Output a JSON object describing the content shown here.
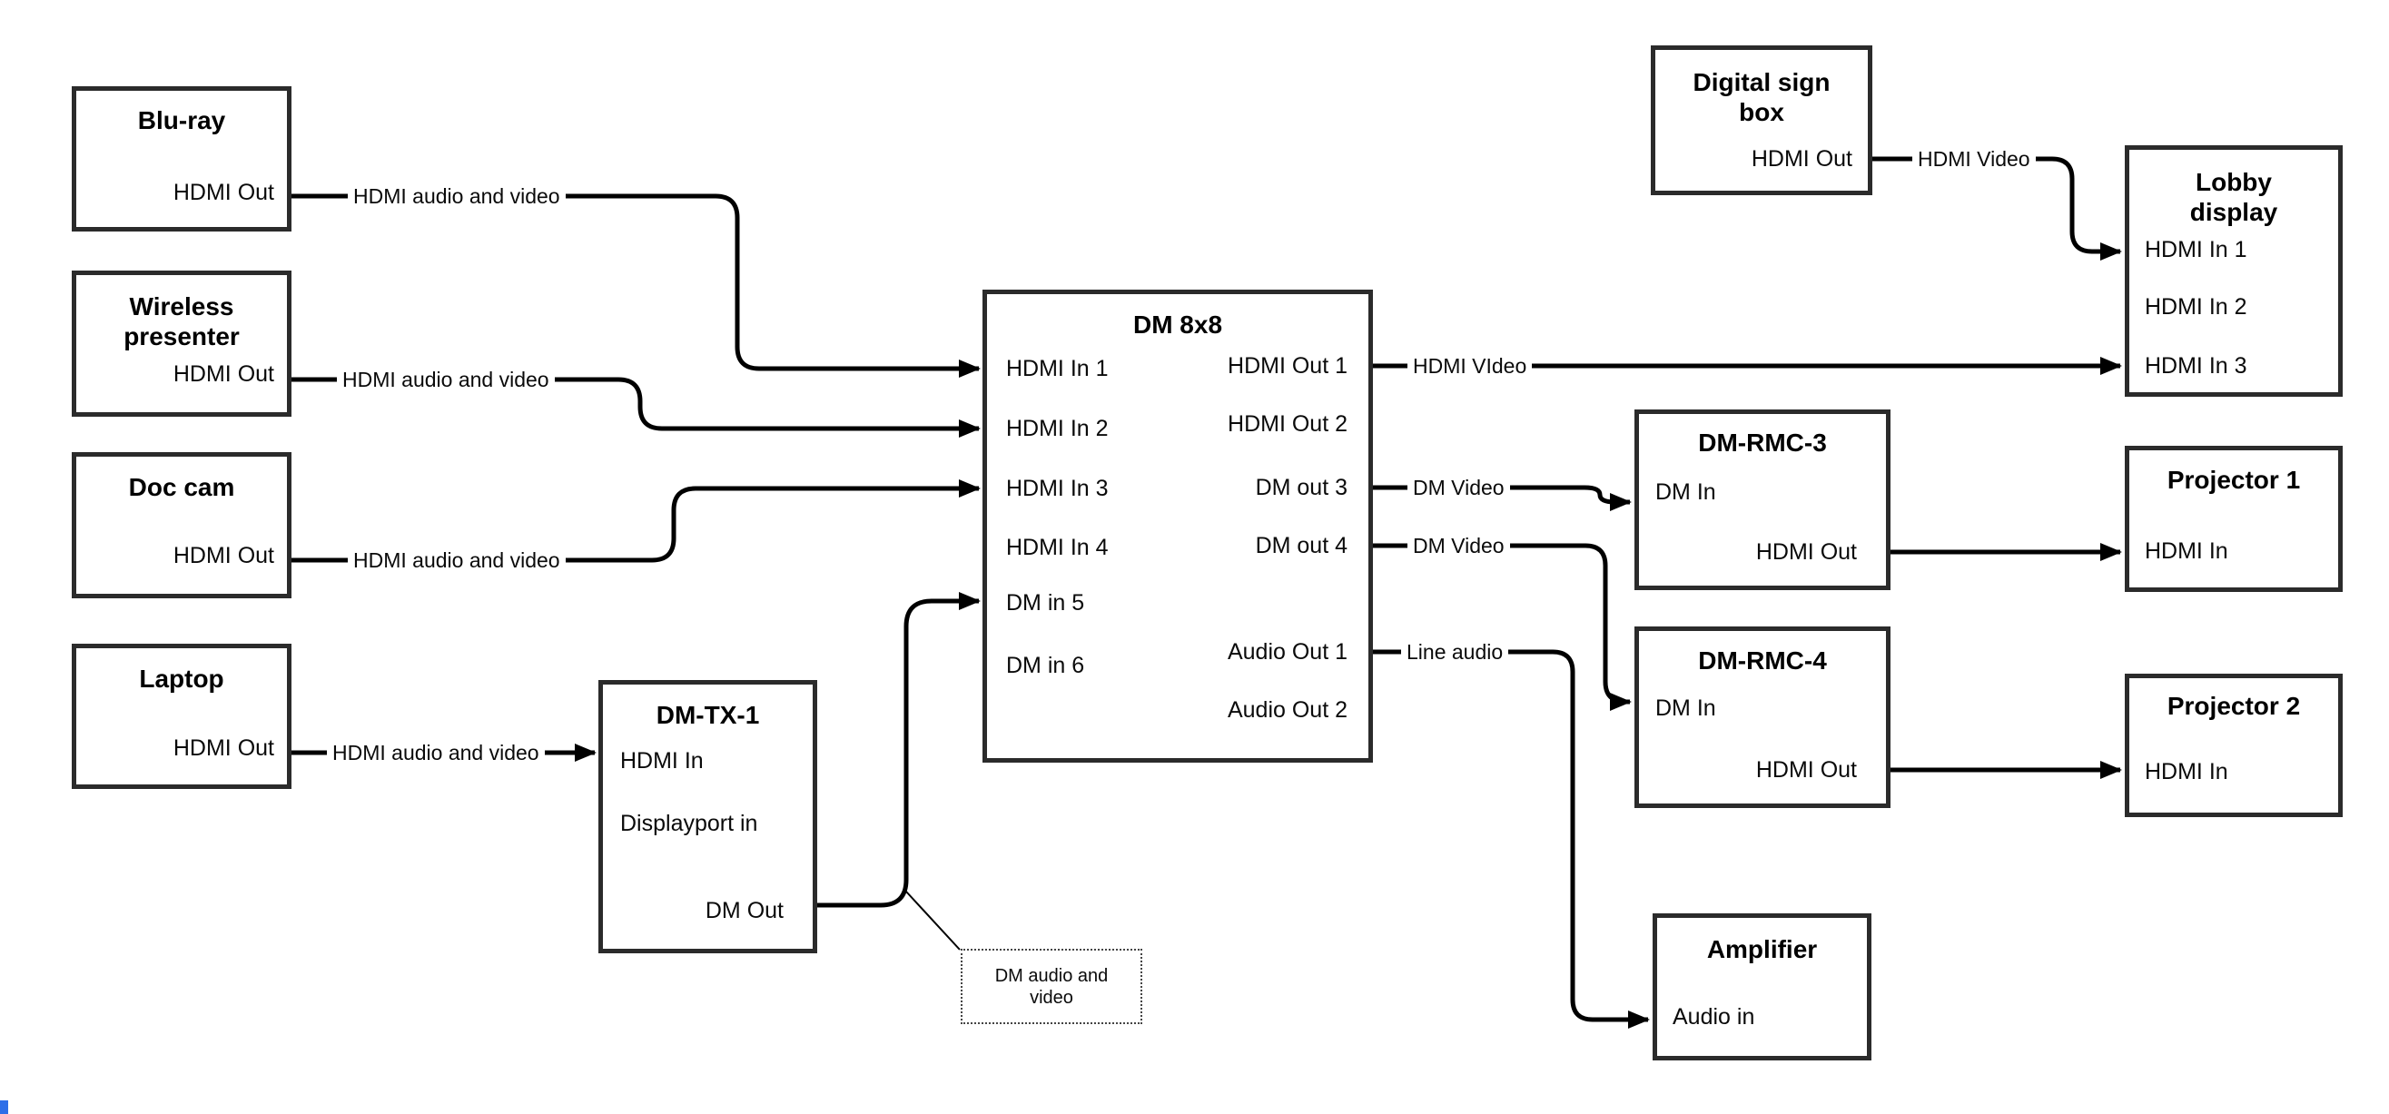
{
  "canvas": {
    "background": "#ffffff",
    "wire_color": "#000000",
    "box_border_color": "#2b2b2b",
    "callout_border_color": "#444444",
    "corner_fragment_color": "#2e6fe8"
  },
  "nodes": {
    "bluray": {
      "title": "Blu-ray",
      "port_hdmi_out": "HDMI Out"
    },
    "wireless": {
      "title": "Wireless\npresenter",
      "port_hdmi_out": "HDMI Out"
    },
    "doc_cam": {
      "title": "Doc cam",
      "port_hdmi_out": "HDMI Out"
    },
    "laptop": {
      "title": "Laptop",
      "port_hdmi_out": "HDMI Out"
    },
    "dm_tx_1": {
      "title": "DM-TX-1",
      "port_hdmi_in": "HDMI In",
      "port_displayport_in": "Displayport in",
      "port_dm_out": "DM Out"
    },
    "dm_8x8": {
      "title": "DM 8x8",
      "port_in1": "HDMI In 1",
      "port_in2": "HDMI In 2",
      "port_in3": "HDMI In 3",
      "port_in4": "HDMI In 4",
      "port_in5": "DM in 5",
      "port_in6": "DM in 6",
      "port_out1": "HDMI Out 1",
      "port_out2": "HDMI Out 2",
      "port_out3": "DM out 3",
      "port_out4": "DM out 4",
      "port_aout1": "Audio Out 1",
      "port_aout2": "Audio Out 2"
    },
    "digital_sign": {
      "title": "Digital sign\nbox",
      "port_hdmi_out": "HDMI Out"
    },
    "lobby_display": {
      "title": "Lobby\ndisplay",
      "port_in1": "HDMI In 1",
      "port_in2": "HDMI In 2",
      "port_in3": "HDMI In 3"
    },
    "dm_rmc_3": {
      "title": "DM-RMC-3",
      "port_dm_in": "DM In",
      "port_hdmi_out": "HDMI Out"
    },
    "projector_1": {
      "title": "Projector 1",
      "port_hdmi_in": "HDMI In"
    },
    "dm_rmc_4": {
      "title": "DM-RMC-4",
      "port_dm_in": "DM In",
      "port_hdmi_out": "HDMI Out"
    },
    "projector_2": {
      "title": "Projector 2",
      "port_hdmi_in": "HDMI In"
    },
    "amplifier": {
      "title": "Amplifier",
      "port_audio_in": "Audio in"
    }
  },
  "edge_labels": {
    "bluray_to_dm8x8": "HDMI audio and video",
    "wireless_to_dm8x8": "HDMI audio and video",
    "doccam_to_dm8x8": "HDMI audio and video",
    "laptop_to_dmtx1": "HDMI audio and video",
    "dm8x8_out1_to_lobby": "HDMI VIdeo",
    "dm8x8_out3_to_rmc3": "DM Video",
    "dm8x8_out4_to_rmc4": "DM Video",
    "dm8x8_aout1_to_amp": "Line audio",
    "sign_to_lobby": "HDMI Video",
    "callout": "DM audio and\nvideo"
  }
}
